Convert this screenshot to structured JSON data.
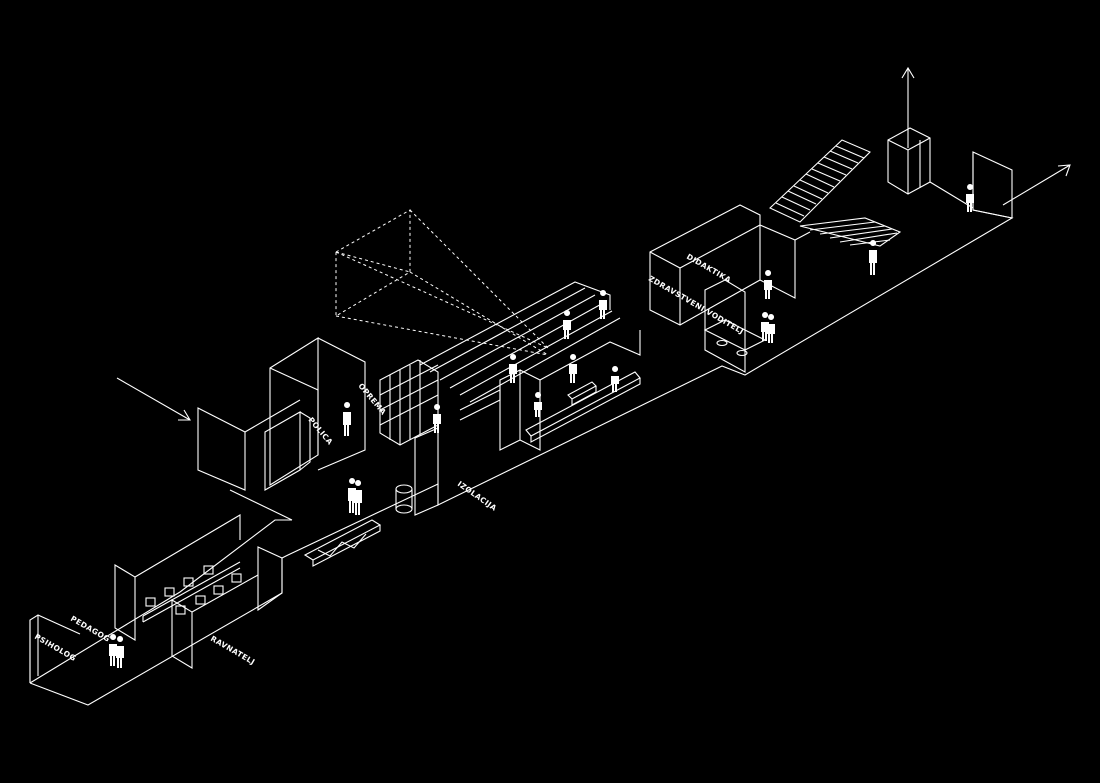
{
  "diagram": {
    "background": "#000000",
    "line_color": "#ffffff",
    "labels": {
      "psiholog": "PSIHOLOG",
      "pedagog": "PEDAGOG",
      "ravnatelj": "RAVNATELJ",
      "izolacija": "IZOLACIJA",
      "polica": "POLICA",
      "oprema": "OPREMA",
      "zdravstveni_voditelj": "ZDRAVSTVENI VODITELJ",
      "didaktika": "DIDAKTIKA"
    },
    "icons": [
      "entrance-arrow-icon",
      "vertical-exit-arrow-icon",
      "side-exit-arrow-icon",
      "person-icon"
    ]
  }
}
